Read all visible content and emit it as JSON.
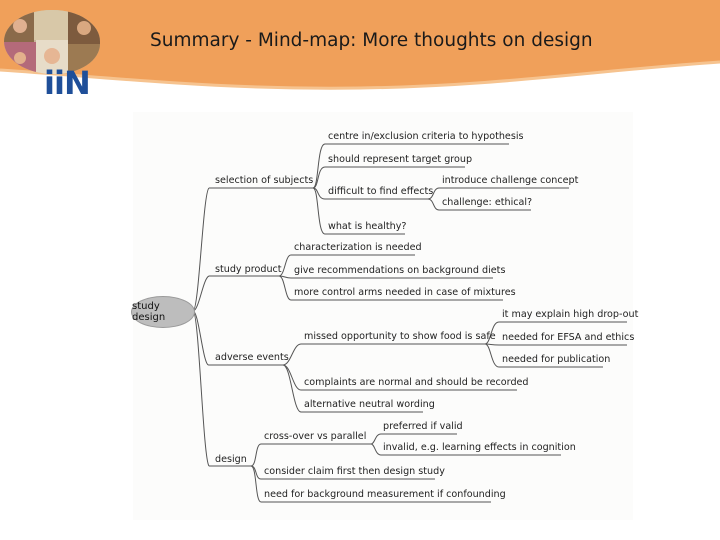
{
  "slide": {
    "title": "Summary - Mind-map: More thoughts on design",
    "logo_text": "iiN",
    "header_color": "#f0a05a"
  },
  "mindmap": {
    "root": "study design",
    "branches": [
      {
        "label": "selection of subjects",
        "children": [
          {
            "label": "centre in/exclusion criteria to hypothesis"
          },
          {
            "label": "should represent target group"
          },
          {
            "label": "difficult to find effects",
            "children": [
              {
                "label": "introduce challenge concept"
              },
              {
                "label": "challenge: ethical?"
              }
            ]
          },
          {
            "label": "what is healthy?"
          }
        ]
      },
      {
        "label": "study product",
        "children": [
          {
            "label": "characterization is needed"
          },
          {
            "label": "give recommendations on background diets"
          },
          {
            "label": "more control arms needed in case of mixtures"
          }
        ]
      },
      {
        "label": "adverse events",
        "children": [
          {
            "label": "missed opportunity to show food is safe",
            "children": [
              {
                "label": "it may explain high drop-out"
              },
              {
                "label": "needed for EFSA and ethics"
              },
              {
                "label": "needed for publication"
              }
            ]
          },
          {
            "label": "complaints are normal and should be recorded"
          },
          {
            "label": "alternative neutral wording"
          }
        ]
      },
      {
        "label": "design",
        "children": [
          {
            "label": "cross-over vs parallel",
            "children": [
              {
                "label": "preferred if valid"
              },
              {
                "label": "invalid, e.g. learning effects in cognition"
              }
            ]
          },
          {
            "label": "consider claim first then design study"
          },
          {
            "label": "need for background measurement if confounding"
          }
        ]
      }
    ]
  }
}
